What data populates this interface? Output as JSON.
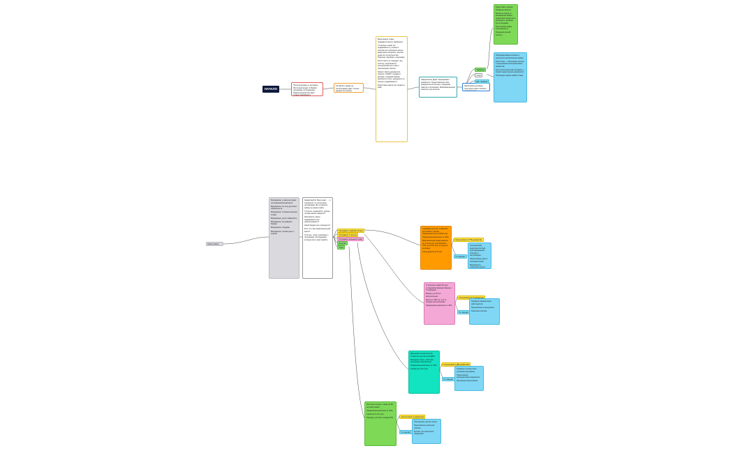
{
  "start": {
    "label": "НАЧАЛО"
  },
  "main_chain": [
    {
      "text": "Попытка продать и доставить Ипотечный кредит в Рамках программы господдержки. Подача документов. Дает точные подробности оформления."
    },
    {
      "text": "Оставляет заявку на Госпрограмму. Дает точные данные об ипотеке."
    },
    {
      "text": "Оформление Дома. Запрашивает документы. Предоставление всех документов на ипотеку с ведением пакетов и описанием. Информационный комплект для ипотеки."
    },
    {
      "text": "Заключение договора, получение нового объекта недвижимости."
    }
  ],
  "description": {
    "paragraphs": [
      "Выполнение плана предварительного одобрения.",
      "Уточнение, какой тип недвижимости у клиента: ипотека на строящееся жилье, квартира во вторичке, покупка дома или строительство. Помогает подобрать программу.",
      "Если клиент не подходит под ипотеку, предлагается альтернатива или отказ с объяснением причин.",
      "Запрос пакета документов: паспорт, СНИЛС, справка о доходах, трудовая книжка, выписка по счету, документы по объекту недвижимости.",
      "Подготовка пакета для подачи в банк."
    ]
  },
  "top_branch": {
    "tags": [
      "Одобрено",
      "Отказ",
      "Доп. проверка"
    ],
    "green_note": [
      "Подготовка к сделке. Проверка объекта.",
      "Выход на сделку в назначенное время, подписание кредитного договора и договора купли-продажи.",
      "Регистрация права собственности.",
      "Передача ключей клиенту."
    ],
    "cyan_note": [
      "Информирование клиента о результате рассмотрения заявки.",
      "Если отказ — объяснение причин и предложение альтернативных вариантов.",
      "Если дополнительная проверка — запрос недостающих документов.",
      "Повторная подача заявки в банк."
    ]
  },
  "second_section": {
    "root": {
      "text": "Новая заявка"
    },
    "gray_list": [
      "Возражение: у меня нет денег на первоначальный взнос",
      "Возражение: не хочу долговых обязательств",
      "Возражение: слишком высокая ставка",
      "Возражение: долго оформлять",
      "Возражение: не доверяю банкам",
      "Возражение: подумаю",
      "Возражение: посоветуюсь с семьей"
    ],
    "white_script": [
      "Здравствуйте! Меня зовут ..., я специалист по ипотечным программам. Вы оставляли заявку на нашем сайте.",
      "Уточните, пожалуйста, удобно ли вам сейчас говорить?",
      "Расскажите, какую недвижимость вы рассматриваете?",
      "Какой бюджет вы планируете?",
      "Есть ли у вас первоначальный взнос?",
      "Отлично, тогда я расскажу о программах господдержки, которые могут вам подойти."
    ],
    "tags": [
      "Программа: семейная ипотека",
      "Программа: IT ипотека",
      "Программа: дальневосточная",
      "Льготная",
      "Отказ"
    ]
  },
  "branches": [
    {
      "color": "orange",
      "text": [
        "Семейная ипотека: ставка 6% для семей с детьми, рожденными после 2018 года.",
        "Первоначальный взнос от 20%.",
        "Максимальная сумма кредита до 12 млн руб. для Москвы и СПб, до 6 млн руб. для других регионов.",
        "Срок кредита до 30 лет."
      ],
      "tag1": "Консультация по ГПЗ документам",
      "tag2": "Не подходит",
      "cyan": [
        "Альтернативы: рыночная ипотека, субсидированная ипотека от застройщика.",
        "Предложение других программ банка.",
        "Возможность повторной подачи."
      ]
    },
    {
      "color": "pink",
      "text": [
        "IT ипотека: ставка 5% для сотрудников аккредитованных IT компаний.",
        "Возраст до 35 лет включительно.",
        "Доход от 150 тыс. руб. в городах-миллионниках.",
        "Первоначальный взнос от 20%."
      ],
      "tag1": "Консультация по IT документам",
      "tag2": "Не подходит",
      "cyan": [
        "Проверка аккредитации работодателя.",
        "Предложение альтернатив.",
        "Рыночная ипотека."
      ]
    },
    {
      "color": "turq",
      "text": [
        "Дальневосточная ипотека: ставка 2% для жителей ДФО.",
        "Молодые семьи, участники программы переселения.",
        "Первоначальный взнос от 20%.",
        "Сумма до 6 млн руб."
      ],
      "tag1": "Консультация по ДВ документам",
      "tag2": "Не подходит",
      "cyan": [
        "Проверка соответствия условиям программы.",
        "Предложение альтернативных вариантов.",
        "Повторная консультация."
      ]
    },
    {
      "color": "green",
      "text": [
        "Льготная ипотека: ставка до 8% на новостройки.",
        "Первоначальный взнос от 30%.",
        "Сумма до 6 млн руб.",
        "Подходит для всех граждан РФ."
      ],
      "tag1": "Консультация по документам",
      "tag2": "Не подходит",
      "cyan": [
        "Объяснение причин отказа.",
        "Предложение рыночной ипотеки.",
        "Контакт для повторного обращения."
      ]
    }
  ],
  "colors": {
    "start": "#0f1a3c",
    "green": "#7ed957",
    "cyan": "#7fd7f5",
    "orange": "#ff9a00",
    "pink": "#f4a8d6",
    "turq": "#12e3c0",
    "gray": "#d9d9de"
  }
}
